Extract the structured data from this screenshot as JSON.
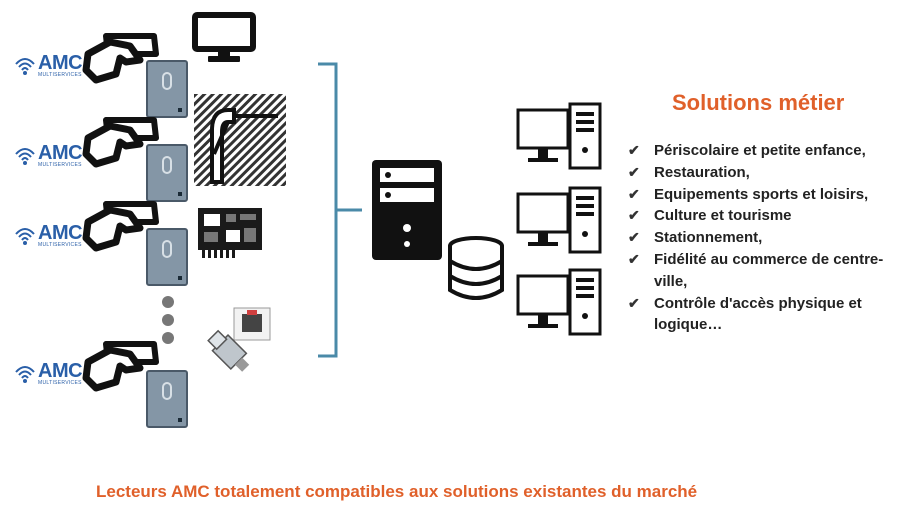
{
  "logos": [
    {
      "brand": "AMC",
      "sub": "MULTISERVICES"
    },
    {
      "brand": "AMC",
      "sub": "MULTISERVICES"
    },
    {
      "brand": "AMC",
      "sub": "MULTISERVICES"
    },
    {
      "brand": "AMC",
      "sub": "MULTISERVICES"
    }
  ],
  "solutions": {
    "title": "Solutions métier",
    "items": [
      "Périscolaire et petite enfance,",
      "Restauration,",
      "Equipements sports et loisirs,",
      "Culture et tourisme",
      "Stationnement,",
      "Fidélité au commerce de centre-ville,",
      "Contrôle d'accès physique et logique…"
    ]
  },
  "footer": {
    "caption": "Lecteurs AMC totalement compatibles aux solutions existantes du marché"
  },
  "colors": {
    "accent": "#e0602a",
    "brand": "#2a5fa8",
    "bracket": "#4a8aa8",
    "reader": "#8496a6"
  },
  "icons": {
    "card": "card-hand-icon",
    "monitor": "monitor-icon",
    "turnstile": "turnstile-icon",
    "circuit": "circuit-board-icon",
    "ethernet": "ethernet-cable-icon",
    "server": "server-icon",
    "database": "database-icon",
    "workstation": "workstation-icon",
    "check": "check-icon"
  }
}
